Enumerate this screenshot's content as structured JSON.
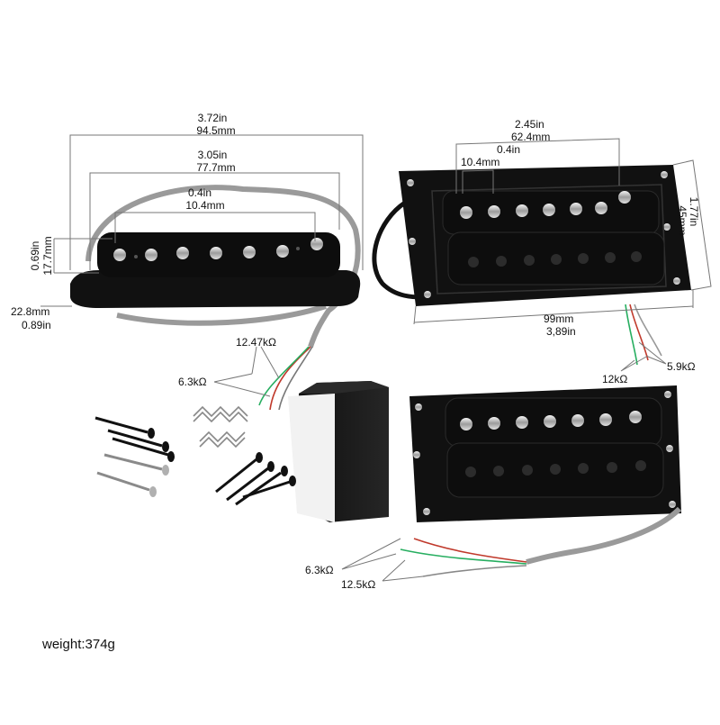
{
  "single_coil": {
    "overall_len_in": "3.72in",
    "overall_len_mm": "94.5mm",
    "cover_len_in": "3.05in",
    "cover_len_mm": "77.7mm",
    "spacing_in": "0.4in",
    "spacing_mm": "10.4mm",
    "width_in": "0.69in",
    "width_mm": "17.7mm",
    "height_mm": "22.8mm",
    "height_in": "0.89in",
    "res_a": "12.47kΩ",
    "res_b": "6.3kΩ"
  },
  "humbucker_top": {
    "len_in": "2.45in",
    "len_mm": "62.4mm",
    "spacing_in": "0.4in",
    "spacing_mm": "10.4mm",
    "height_in": "1.77in",
    "height_mm": "45mm",
    "width_mm": "99mm",
    "width_in": "3,89in",
    "res_a": "12kΩ",
    "res_b": "5.9kΩ"
  },
  "humbucker_bottom": {
    "res_a": "6.3kΩ",
    "res_b": "12.5kΩ"
  },
  "weight": "weight:374g",
  "colors": {
    "pickup": "#0d0d0d",
    "cable": "#9a9a9a",
    "foam": "#1a1a1a",
    "wire_red": "#c0392b",
    "wire_green": "#27ae60"
  }
}
